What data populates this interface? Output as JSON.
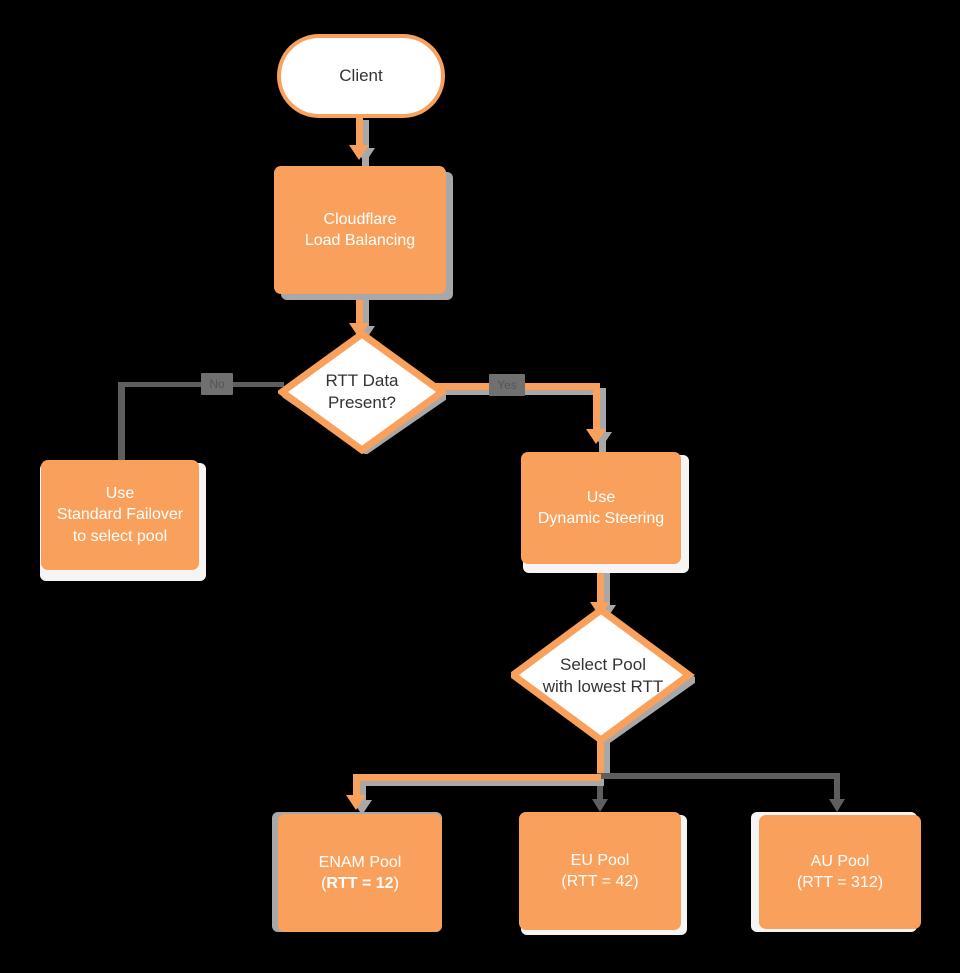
{
  "diagram": {
    "title": "Cloudflare Load Balancing RTT Steering Flowchart",
    "background_color": "#000000",
    "accent_color": "#f9a15c",
    "muted_color": "#5e5e5e",
    "shadow_color": "#a8a8a8",
    "node_text_light": "#ffffff",
    "node_text_dark": "#333333"
  },
  "nodes": {
    "client": {
      "label": "Client",
      "shape": "terminator"
    },
    "load_balancing": {
      "line1": "Cloudflare",
      "line2": "Load Balancing",
      "shape": "process"
    },
    "rtt_decision": {
      "line1": "RTT Data",
      "line2": "Present?",
      "shape": "decision"
    },
    "standard_failover": {
      "line1": "Use",
      "line2": "Standard Failover",
      "line3": "to select pool",
      "shape": "process"
    },
    "dynamic_steering": {
      "line1": "Use",
      "line2": "Dynamic Steering",
      "shape": "process"
    },
    "select_pool": {
      "line1": "Select Pool",
      "line2": "with lowest RTT",
      "shape": "decision"
    },
    "enam_pool": {
      "line1": "ENAM Pool",
      "rtt_open": "(",
      "rtt_value": "RTT = 12",
      "rtt_close": ")",
      "shape": "process",
      "selected": "true"
    },
    "eu_pool": {
      "line1": "EU Pool",
      "line2": "(RTT = 42)",
      "shape": "process",
      "selected": "false"
    },
    "au_pool": {
      "line1": "AU Pool",
      "line2": "(RTT = 312)",
      "shape": "process",
      "selected": "false"
    }
  },
  "edge_labels": {
    "rtt_no": "No",
    "rtt_yes": "Yes"
  }
}
